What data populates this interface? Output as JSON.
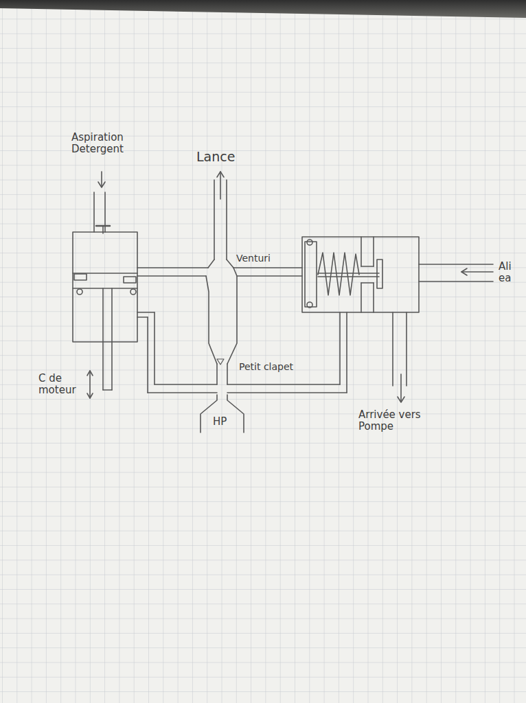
{
  "diagram": {
    "labels": [
      "Aspiration Detergent",
      "Lance",
      "Venturi",
      "Petit clapet",
      "HP",
      "C de moteur",
      "Arrivée vers Pompe",
      "Ali ea"
    ]
  }
}
